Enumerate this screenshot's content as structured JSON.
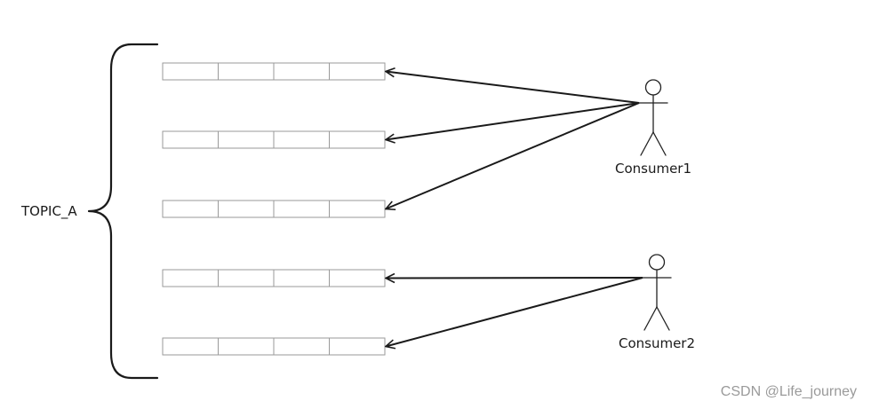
{
  "topic": {
    "label": "TOPIC_A",
    "partitions": 5,
    "cells_per_partition": 4
  },
  "consumers": [
    {
      "name": "Consumer1",
      "partitions": [
        0,
        1,
        2
      ]
    },
    {
      "name": "Consumer2",
      "partitions": [
        3,
        4
      ]
    }
  ],
  "colors": {
    "line": "#1a1a1a",
    "cell_border": "#9a9a9a",
    "watermark": "#9a9a9a"
  },
  "watermark": "CSDN @Life_journey"
}
